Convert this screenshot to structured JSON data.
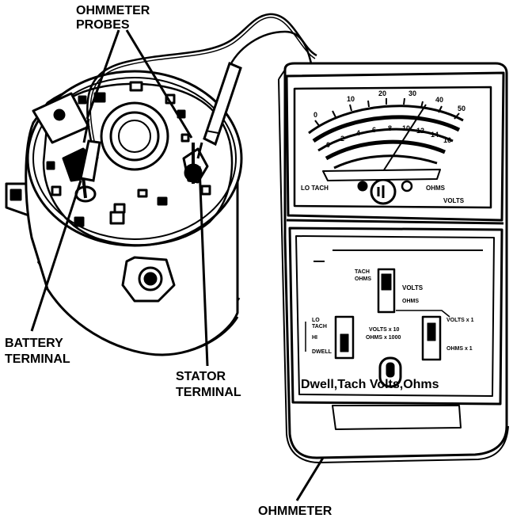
{
  "labels": {
    "probes_line1": "OHMMETER",
    "probes_line2": "PROBES",
    "battery_line1": "BATTERY",
    "battery_line2": "TERMINAL",
    "stator_line1": "STATOR",
    "stator_line2": "TERMINAL",
    "meter": "OHMMETER"
  },
  "meter": {
    "brand": "Dwell,Tach Volts,Ohms",
    "dial_left": "LO TACH",
    "dial_right": "OHMS",
    "dial_bottom_right": "VOLTS",
    "switch_top_line1": "TACH",
    "switch_top_line2": "OHMS",
    "switch_volts": "VOLTS",
    "switch_ohms": "OHMS",
    "left_switch_lo": "LO",
    "left_switch_tach": "TACH",
    "left_switch_hi": "HI",
    "left_switch_dwell": "DWELL",
    "right_range_label_line1": "VOLTS x 10",
    "right_range_label_line2": "OHMS x 1000",
    "right_range_top": "VOLTS x 1",
    "right_range_bottom": "OHMS x 1",
    "scale_marks_top": [
      "0",
      "10",
      "20",
      "30",
      "40",
      "50"
    ],
    "scale_marks_bottom": [
      "0",
      "2",
      "4",
      "6",
      "8",
      "10",
      "12",
      "14",
      "16"
    ]
  }
}
